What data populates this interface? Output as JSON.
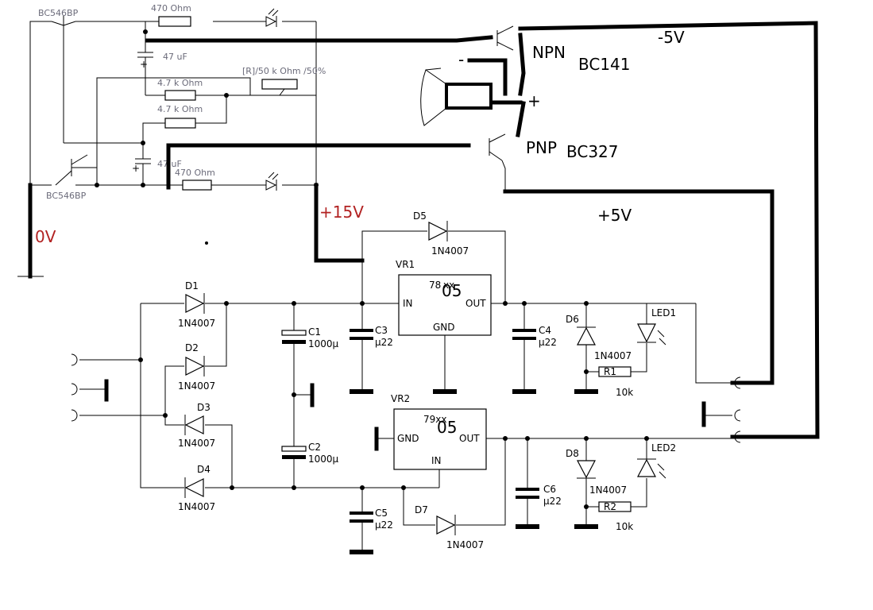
{
  "osc": {
    "q_top": "BC546BP",
    "q_bottom": "BC546BP",
    "r_top": "470  Ohm",
    "r_bottom": "470  Ohm",
    "c_top": "47 uF",
    "c_bottom": "47 uF",
    "r_mid1": "4.7 k Ohm",
    "r_mid2": "4.7 k Ohm",
    "pot": "[R]/50 k Ohm /50%"
  },
  "driver": {
    "npn_type": "NPN",
    "npn_part": "BC141",
    "pnp_type": "PNP",
    "pnp_part": "BC327",
    "minus": "-",
    "plus": "+"
  },
  "rails": {
    "zero": "0V",
    "plus15": "+15V",
    "plus5": "+5V",
    "minus5": "-5V"
  },
  "psu": {
    "d1": "D1",
    "d2": "D2",
    "d3": "D3",
    "d4": "D4",
    "d5": "D5",
    "d6": "D6",
    "d7": "D7",
    "d8": "D8",
    "diode_part": "1N4007",
    "c1": "C1",
    "c2": "C2",
    "c3": "C3",
    "c4": "C4",
    "c5": "C5",
    "c6": "C6",
    "c_big": "1000µ",
    "c_small": "µ22",
    "vr1": "VR1",
    "vr2": "VR2",
    "vr1_type": "78",
    "vr1_xx": "xx",
    "vr2_type": "79xx",
    "reg_value": "05",
    "pin_in": "IN",
    "pin_out": "OUT",
    "pin_gnd": "GND",
    "r1": "R1",
    "r2": "R2",
    "r_value": "10k",
    "led1": "LED1",
    "led2": "LED2"
  }
}
